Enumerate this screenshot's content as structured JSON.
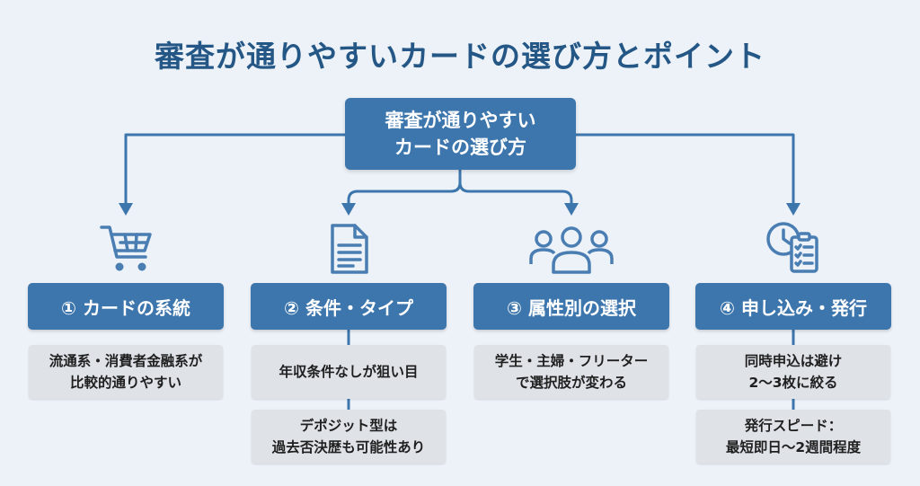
{
  "title": "審査が通りやすいカードの選び方とポイント",
  "root": {
    "line1": "審査が通りやすい",
    "line2": "カードの選び方"
  },
  "categories": [
    {
      "label": "① カードの系統",
      "icon": "shopping-cart-icon",
      "notes": [
        {
          "line1": "流通系・消費者金融系が",
          "line2": "比較的通りやすい"
        }
      ]
    },
    {
      "label": "② 条件・タイプ",
      "icon": "document-icon",
      "notes": [
        {
          "line1": "年収条件なしが狙い目",
          "line2": ""
        },
        {
          "line1": "デポジット型は",
          "line2": "過去否決歴も可能性あり"
        }
      ]
    },
    {
      "label": "③ 属性別の選択",
      "icon": "people-group-icon",
      "notes": [
        {
          "line1": "学生・主婦・フリーター",
          "line2": "で選択肢が変わる"
        }
      ]
    },
    {
      "label": "④ 申し込み・発行",
      "icon": "clock-clipboard-icon",
      "notes": [
        {
          "line1": "同時申込は避け",
          "line2": "2〜3枚に絞る"
        },
        {
          "line1": "発行スピード：",
          "line2": "最短即日〜2週間程度"
        }
      ]
    }
  ],
  "colors": {
    "background": "#ecf2f8",
    "accent": "#3d76ad",
    "title": "#245785",
    "note_bg": "#dfe3e8",
    "icon": "#4a7eb3"
  }
}
